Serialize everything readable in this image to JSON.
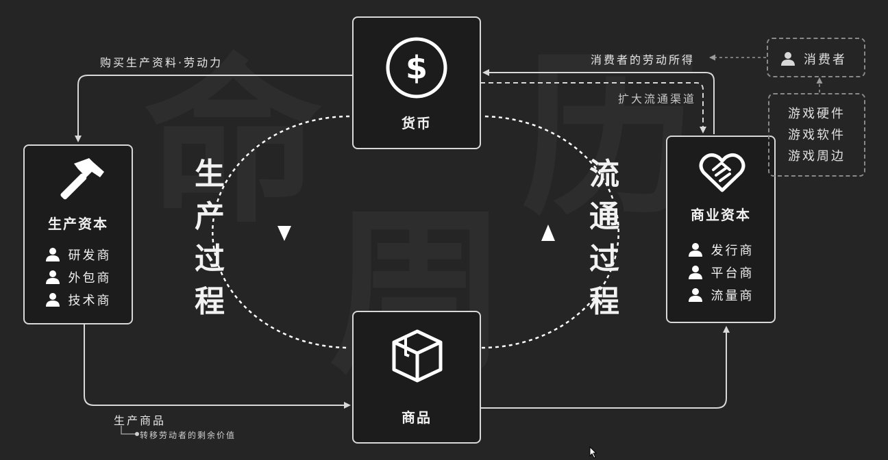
{
  "money": {
    "title": "货币",
    "icon": "dollar-circle-icon"
  },
  "goods": {
    "title": "商品",
    "icon": "box-icon"
  },
  "production_capital": {
    "title": "生产资本",
    "icon": "hammer-icon",
    "roles": [
      "研发商",
      "外包商",
      "技术商"
    ]
  },
  "commercial_capital": {
    "title": "商业资本",
    "icon": "handshake-icon",
    "roles": [
      "发行商",
      "平台商",
      "流量商"
    ]
  },
  "production_process": [
    "生",
    "产",
    "过",
    "程"
  ],
  "circulation_process": [
    "流",
    "通",
    "过",
    "程"
  ],
  "consumer": {
    "label": "消费者",
    "icon": "person-icon"
  },
  "game_products": [
    "游戏硬件",
    "游戏软件",
    "游戏周边"
  ],
  "arrows": {
    "buy_means": "购买生产资料·劳动力",
    "consumer_income": "消费者的劳动所得",
    "expand_channels": "扩大流通渠道",
    "produce_goods": "生产商品",
    "transfer_surplus": "转移劳动者的剩余价值"
  },
  "colors": {
    "background": "#252525",
    "box_border": "#d9d9d9",
    "dashed": "#8a8a8a"
  }
}
